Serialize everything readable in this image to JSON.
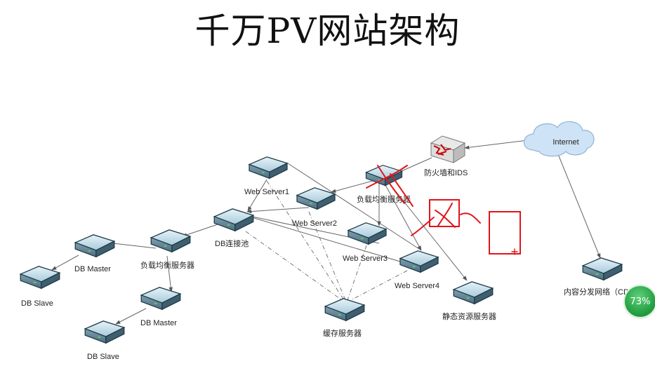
{
  "title": "千万PV网站架构",
  "nodes": {
    "internet": "Internet",
    "firewall": "防火墙和IDS",
    "load_balancer_top": "负载均衡服务器",
    "web_server1": "Web Server1",
    "web_server2": "Web Server2",
    "web_server3": "Web Server3",
    "web_server4": "Web Server4",
    "static_server": "静态资源服务器",
    "cdn": "内容分发网络（CDN）",
    "db_pool": "DB连接池",
    "load_balancer_db": "负载均衡服务器",
    "db_master1": "DB Master",
    "db_master2": "DB Master",
    "db_slave1": "DB Slave",
    "db_slave2": "DB Slave",
    "cache_server": "缓存服务器"
  },
  "progress_badge": "73%",
  "colors": {
    "annotation": "#e0161c",
    "accent": "#1e9a3c"
  }
}
